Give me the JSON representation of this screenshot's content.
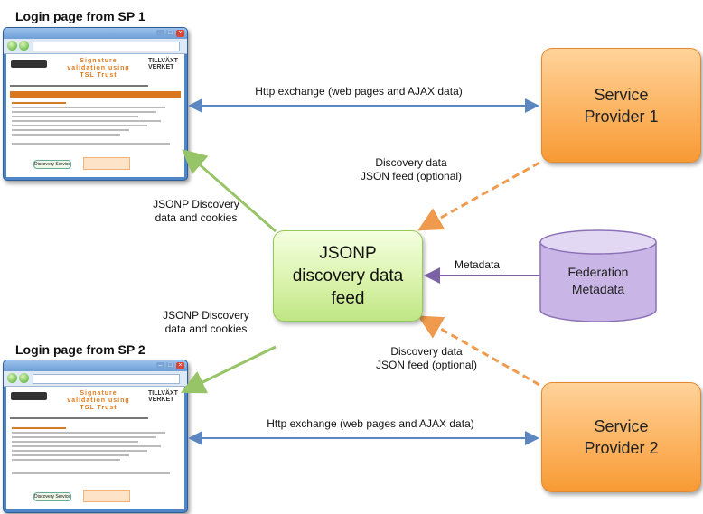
{
  "headings": {
    "sp1_login": "Login page from SP 1",
    "sp2_login": "Login page from SP 2"
  },
  "nodes": {
    "sp1": [
      "Service",
      "Provider 1"
    ],
    "sp2": [
      "Service",
      "Provider 2"
    ],
    "jsonp": [
      "JSONP",
      "discovery data",
      "feed"
    ],
    "federation": [
      "Federation",
      "Metadata"
    ]
  },
  "edges": {
    "http_top": "Http exchange (web pages and AJAX data)",
    "http_bottom": "Http exchange (web pages and AJAX data)",
    "discovery_top": [
      "Discovery data",
      "JSON feed (optional)"
    ],
    "discovery_bottom": [
      "Discovery data",
      "JSON feed (optional)"
    ],
    "jsonp_top": [
      "JSONP Discovery",
      "data and cookies"
    ],
    "jsonp_bottom": [
      "JSONP Discovery",
      "data and cookies"
    ],
    "metadata": "Metadata"
  },
  "browser_mock": {
    "title_line1": "Signature",
    "title_line2": "validation using",
    "title_line3": "TSL Trust",
    "logo_text": "TILLVÄXT VERKET",
    "button_label": "Discovery Service"
  },
  "colors": {
    "blue_arrow": "#5b86c0",
    "green_arrow": "#97c466",
    "orange_dashed": "#ef9a4c",
    "purple_arrow": "#7b63a6"
  }
}
